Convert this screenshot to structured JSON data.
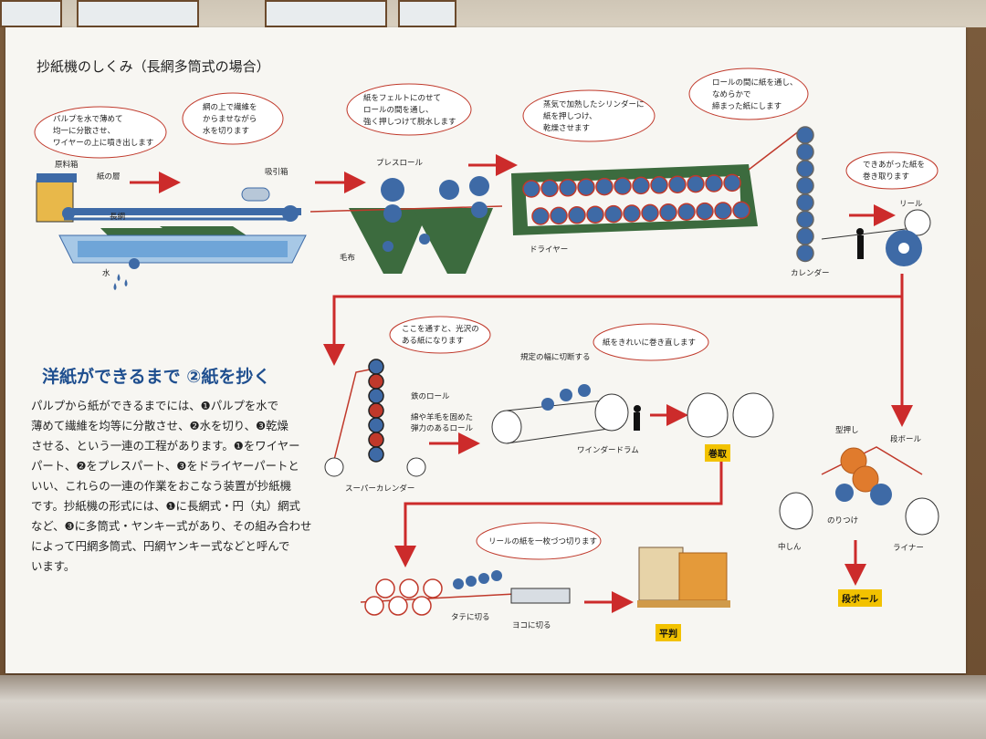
{
  "title": "抄紙機のしくみ（長網多筒式の場合）",
  "section_title": "洋紙ができるまで ②紙を抄く",
  "body_lines": [
    "パルプから紙ができるまでには、❶パルプを水で",
    "薄めて繊維を均等に分散させ、❷水を切り、❸乾燥",
    "させる、という一連の工程があります。❶をワイヤー",
    "パート、❷をプレスパート、❸をドライヤーパートと",
    "いい、これらの一連の作業をおこなう装置が抄紙機",
    "です。抄紙機の形式には、❶に長網式・円（丸）網式",
    "など、❸に多筒式・ヤンキー式があり、その組み合わせ",
    "によって円網多筒式、円網ヤンキー式などと呼んで",
    "います。"
  ],
  "bubbles": {
    "pulp": [
      "パルプを水で薄めて",
      "均一に分散させ、",
      "ワイヤーの上に噴き出します"
    ],
    "wire": [
      "網の上で繊維を",
      "からませながら",
      "水を切ります"
    ],
    "press": [
      "紙をフェルトにのせて",
      "ロールの間を通し、",
      "強く押しつけて脱水します"
    ],
    "dryer": [
      "蒸気で加熱したシリンダーに",
      "紙を押しつけ、",
      "乾燥させます"
    ],
    "calender": [
      "ロールの間に紙を通し、",
      "なめらかで",
      "締まった紙にします"
    ],
    "reel": [
      "できあがった紙を",
      "巻き取ります"
    ],
    "super": [
      "ここを通すと、光沢の",
      "ある紙になります"
    ],
    "winder": [
      "紙をきれいに巻き直します"
    ],
    "cut": [
      "リールの紙を一枚づつ切ります"
    ]
  },
  "labels": {
    "genryo": "原料箱",
    "kami_no_so": "紙の層",
    "kyuin": "吸引箱",
    "nagaami": "長網",
    "mizu": "水",
    "press_roll": "プレスロール",
    "mofu": "毛布",
    "dryer": "ドライヤー",
    "calender": "カレンダー",
    "reel": "リール",
    "tetsu_roll": "鉄のロール",
    "dan_roll": [
      "綿や羊毛を固めた",
      "弾力のあるロール"
    ],
    "super_calender": "スーパーカレンダー",
    "kitei": "規定の幅に切断する",
    "winder_drum": "ワインダードラム",
    "makitori": "巻取",
    "kataoshi": "型押し",
    "danball_top": "段ボール",
    "noritsuke": "のりつけ",
    "nakashin": "中しん",
    "liner": "ライナー",
    "danball": "段ボール",
    "tate": "タテに切る",
    "yoko": "ヨコに切る",
    "hiraban": "平判"
  },
  "colors": {
    "felt_green": "#3c6b3e",
    "roll_blue": "#3e6aa6",
    "arrow_red": "#cc2b2b",
    "paper_red": "#c0392b",
    "tag_yellow": "#f2c200",
    "title_blue": "#1f4f8f"
  }
}
